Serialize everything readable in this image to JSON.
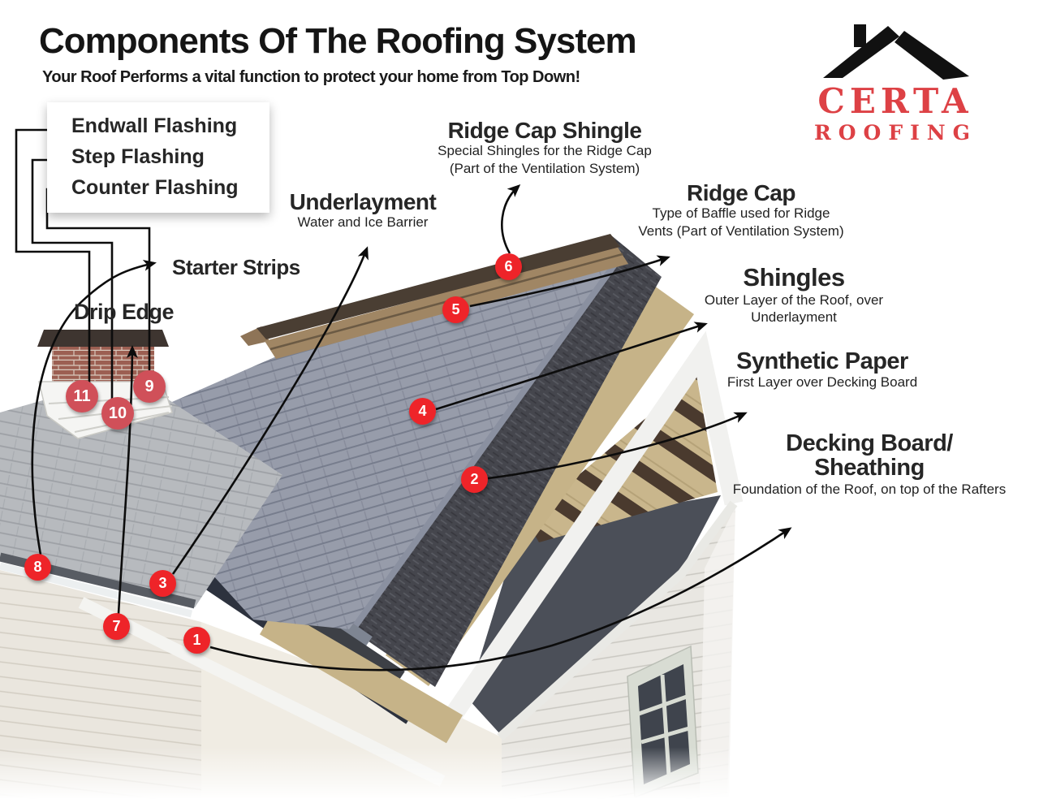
{
  "theme": {
    "accent-red": "#dd4145",
    "marker-red": "#ee2429",
    "marker-red-muted": "#d05059",
    "line-black": "#0c0c0c",
    "text-black": "#1c1c1c"
  },
  "header": {
    "title": "Components Of The Roofing System",
    "subtitle": "Your Roof Performs a vital function to protect your home from Top Down!"
  },
  "logo": {
    "name": "CERTA",
    "suffix": "ROOFING"
  },
  "flashing_box": {
    "endwall": "Endwall Flashing",
    "step": "Step Flashing",
    "counter": "Counter Flashing"
  },
  "callouts": {
    "starter_strips": {
      "title": "Starter Strips",
      "marker": "8"
    },
    "drip_edge": {
      "title": "Drip Edge",
      "marker": "7"
    },
    "underlayment": {
      "title": "Underlayment",
      "sub1": "Water and Ice Barrier",
      "marker": "3"
    },
    "ridge_cap_shingle": {
      "title": "Ridge Cap Shingle",
      "sub1": "Special Shingles for the Ridge Cap",
      "sub2": "(Part of the Ventilation System)",
      "marker": "6"
    },
    "ridge_cap": {
      "title": "Ridge Cap",
      "sub1": "Type of Baffle used for Ridge",
      "sub2": "Vents (Part of Ventilation System)",
      "marker": "5"
    },
    "shingles": {
      "title": "Shingles",
      "sub1": "Outer Layer of the Roof, over",
      "sub2": "Underlayment",
      "marker": "4"
    },
    "synthetic_paper": {
      "title": "Synthetic Paper",
      "sub1": "First Layer over Decking Board",
      "marker": "2"
    },
    "decking_board": {
      "title1": "Decking Board/",
      "title2": "Sheathing",
      "sub1": "Foundation of the Roof, on top of the Rafters",
      "marker": "1"
    },
    "endwall_flashing": {
      "marker": "11"
    },
    "step_flashing": {
      "marker": "10"
    },
    "counter_flashing": {
      "marker": "9"
    }
  },
  "markers": {
    "m1": "1",
    "m2": "2",
    "m3": "3",
    "m4": "4",
    "m5": "5",
    "m6": "6",
    "m7": "7",
    "m8": "8",
    "m9": "9",
    "m10": "10",
    "m11": "11"
  }
}
